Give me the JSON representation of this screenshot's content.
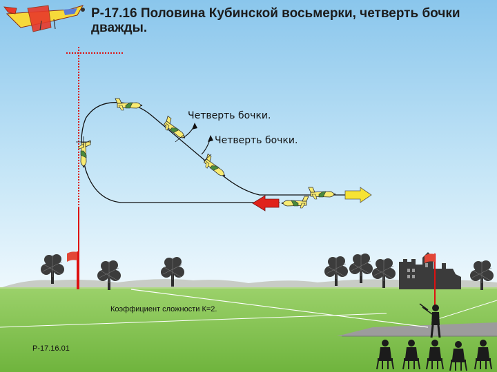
{
  "title": "Р-17.16 Половина Кубинской восьмерки, четверть бочки дважды.",
  "labels": {
    "quarter_roll_1": "Четверть бочки.",
    "quarter_roll_2": "Четверть бочки.",
    "coefficient": "Коэффициент сложности К=2.",
    "figure_code": "Р-17.16.01"
  },
  "colors": {
    "sky_top": "#86c3ea",
    "sky_bottom": "#e9f6fc",
    "grass": "#8cc95c",
    "flight_path": "#111111",
    "marker_line": "#dd1111",
    "exit_arrow": "#f7e334",
    "entry_arrow": "#e0231b"
  },
  "icons": [
    "logo-aircraft-icon",
    "airplane-icon",
    "direction-arrow-icon",
    "flag-icon",
    "tree-icon",
    "castle-icon",
    "pilot-icon",
    "judge-icon"
  ]
}
